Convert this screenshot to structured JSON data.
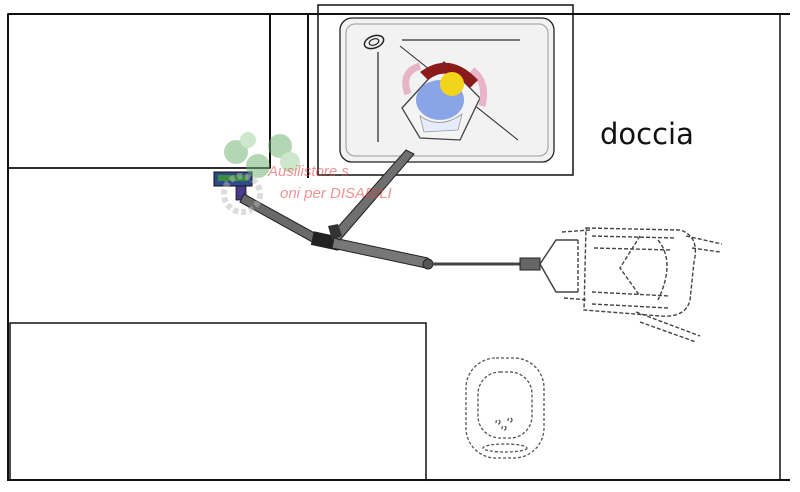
{
  "labels": {
    "shower": "doccia"
  },
  "watermark": {
    "line1": "Ausilistore s",
    "line2": "oni per DISABILI"
  },
  "colors": {
    "wall": "#111111",
    "arm": "#555555",
    "arm_dark": "#222222",
    "mount": "#2e4a8c",
    "mount_green": "#3a8c3a",
    "head_yellow": "#f2d51a",
    "head_blue": "#8aa4e8",
    "head_red": "#8b1a1a",
    "head_pink": "#e8b4c8",
    "watermark": "#e23b3b",
    "watermark_gear": "#6ab06a"
  },
  "icons": {
    "shower_drain": "drain-icon",
    "user_in_shower": "seated-person-icon",
    "wheelchair": "wheelchair-icon",
    "bidet": "bidet-icon",
    "watermark_logo": "gear-logo-icon"
  }
}
